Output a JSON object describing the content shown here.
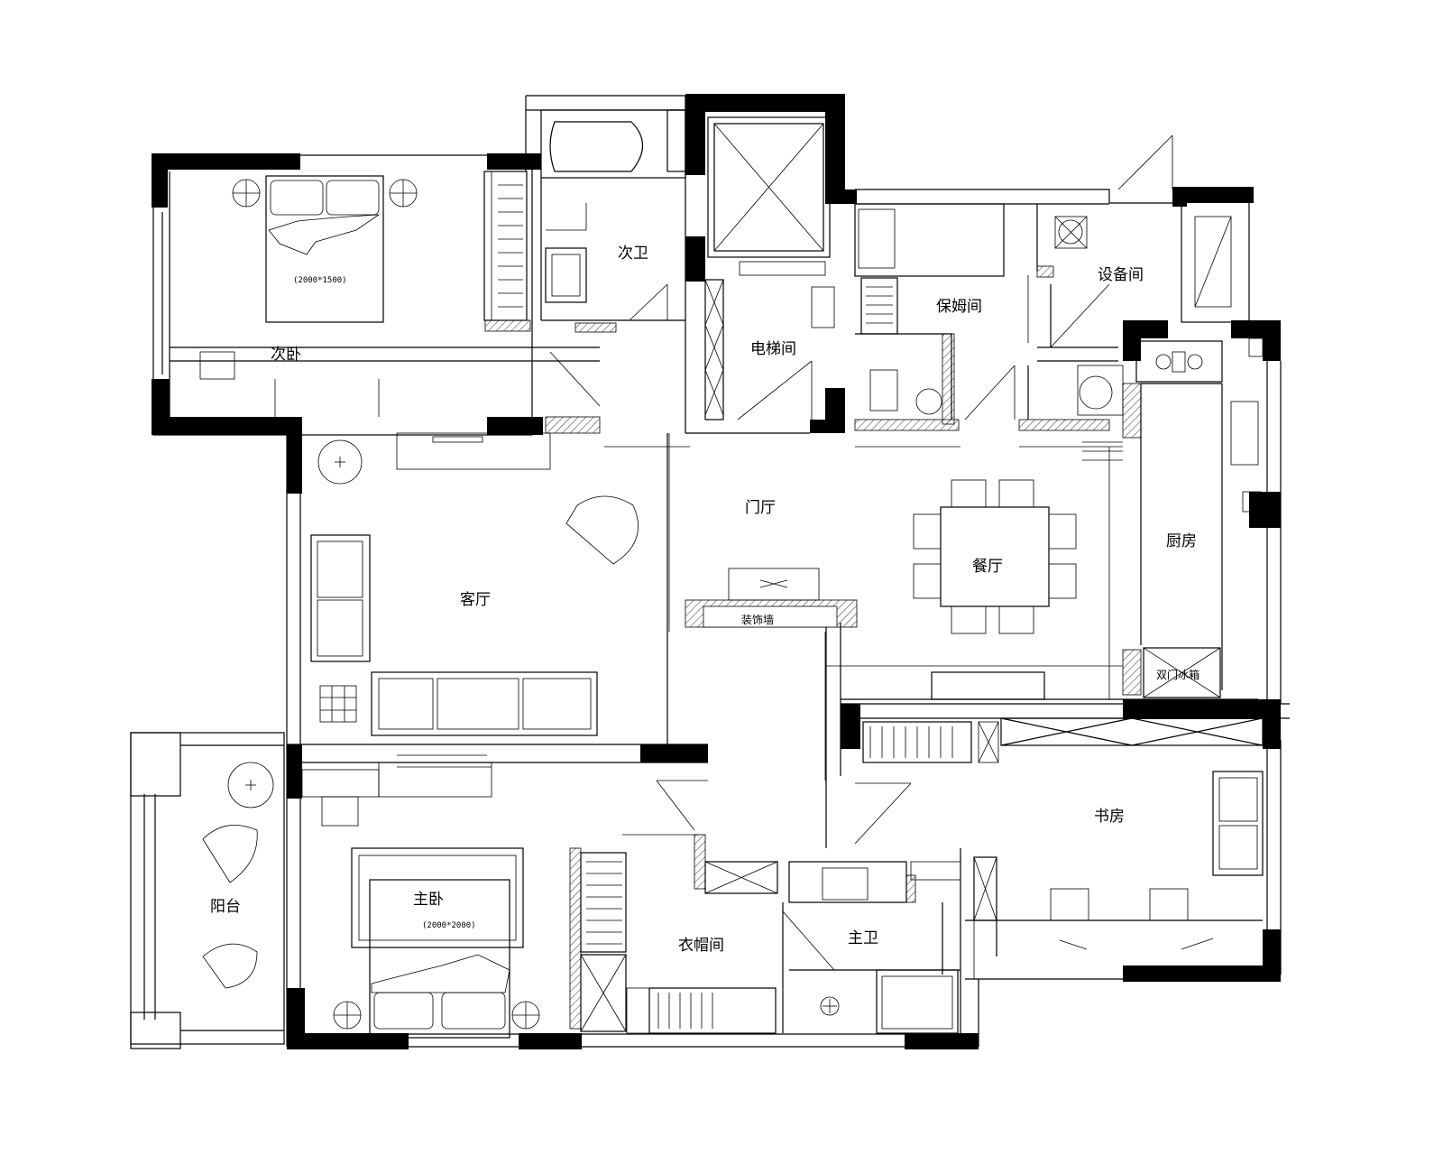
{
  "rooms": {
    "second_bedroom": "次卧",
    "second_bath": "次卫",
    "elevator_room": "电梯间",
    "nanny_room": "保姆间",
    "equipment_room": "设备间",
    "living_room": "客厅",
    "foyer": "门厅",
    "dining_room": "餐厅",
    "kitchen": "厨房",
    "decor_wall": "装饰墙",
    "fridge": "双门冰箱",
    "study": "书房",
    "balcony": "阳台",
    "master_bedroom": "主卧",
    "walk_in_closet": "衣帽间",
    "master_bath": "主卫"
  },
  "bed_sizes": {
    "second_bed": "(2000*1500)",
    "master_bed": "(2000*2000)"
  }
}
